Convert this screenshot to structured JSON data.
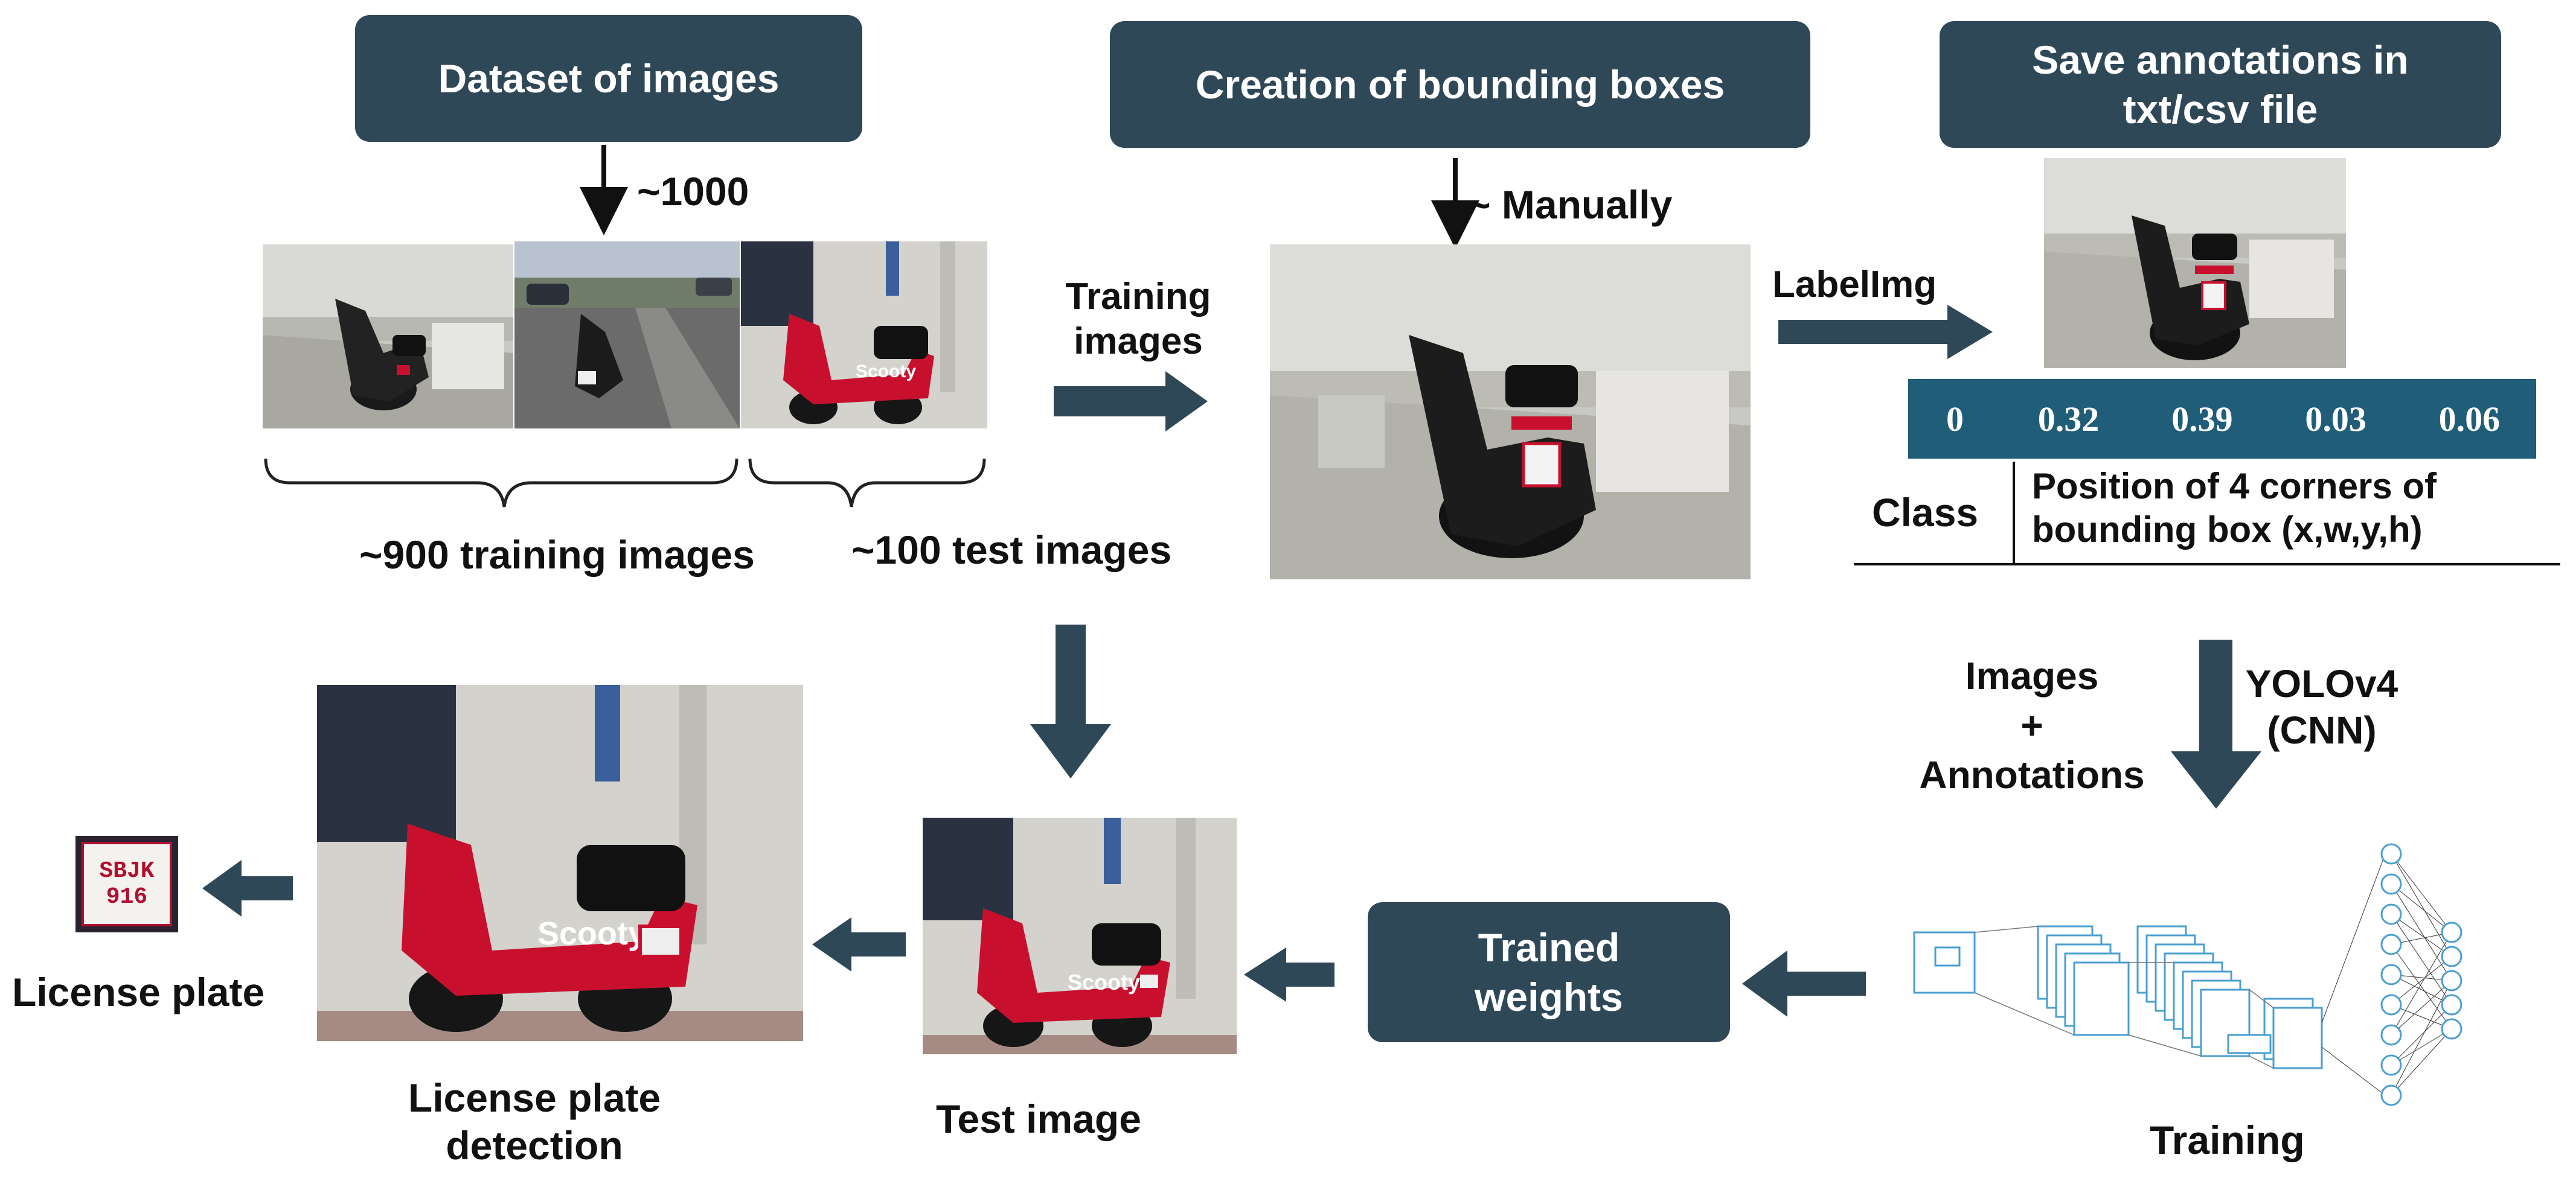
{
  "boxes": {
    "dataset": "Dataset of images",
    "creation": "Creation of bounding boxes",
    "save": "Save annotations in\ntxt/csv file",
    "weights": "Trained\nweights"
  },
  "labels": {
    "count_1000": "~1000",
    "manually": "~ Manually",
    "training_images_arrow": "Training\nimages",
    "labelimg": "LabelImg",
    "train_900": "~900 training images",
    "test_100": "~100 test images",
    "class": "Class",
    "position": "Position of 4 corners of\nbounding box (x,w,y,h)",
    "images_annotations": "Images\n+\nAnnotations",
    "yolo": "YOLOv4\n(CNN)",
    "training": "Training",
    "test_image": "Test image",
    "detection": "License plate\ndetection",
    "license_plate": "License plate",
    "plate_top": "SBJK",
    "plate_bottom": "916",
    "scooty": "Scooty"
  },
  "annotation_values": [
    "0",
    "0.32",
    "0.39",
    "0.03",
    "0.06"
  ],
  "colors": {
    "box": "#2f4858",
    "arrow": "#2f4858",
    "table": "#1f5d79",
    "cnn": "#4a9fd0",
    "scooter_red": "#c8102e"
  }
}
